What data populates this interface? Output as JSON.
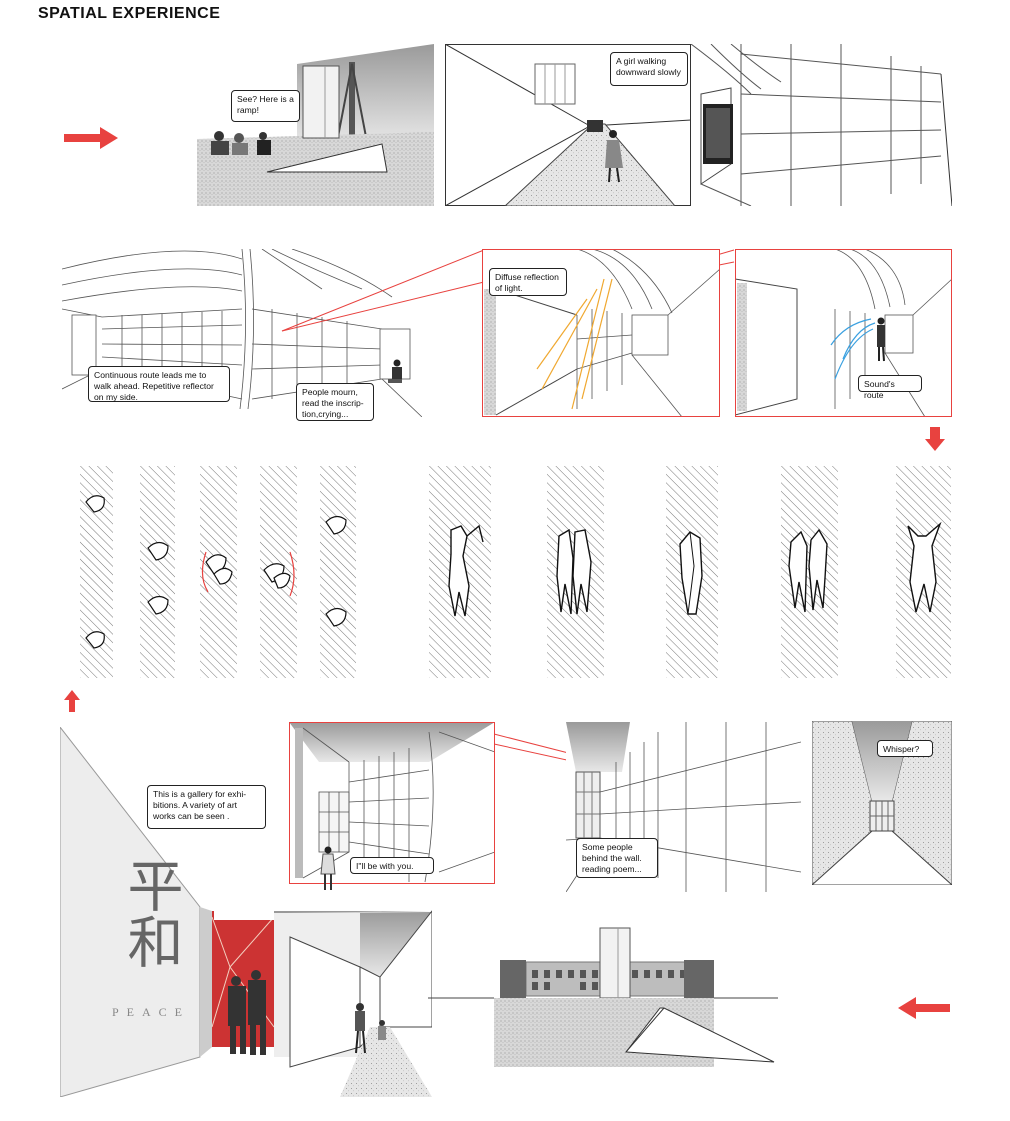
{
  "title": "SPATIAL EXPERIENCE",
  "accent_color": "#e8423f",
  "annotations": {
    "ramp": "See? Here is a ramp!",
    "girl": "A girl walking downward slowly",
    "route": "Continuous route leads me to walk ahead. Repetitive reflector on my side.",
    "mourn": "People mourn, read the inscrip-tion,crying...",
    "diffuse": "Diffuse reflection of light.",
    "sound": "Sound's route",
    "gallery": "This is a gallery for exhi-bitions. A variety of art works can be seen .",
    "withyou": "I\"ll be with you.",
    "poem": "Some people behind the wall. reading poem...",
    "whisper": "Whisper?"
  },
  "inscription": {
    "chars": "平和",
    "word": "PEACE"
  },
  "icons": {
    "arrow_right": "arrow-right-icon",
    "arrow_down": "arrow-down-icon",
    "arrow_up": "arrow-up-icon",
    "arrow_left": "arrow-left-icon"
  }
}
